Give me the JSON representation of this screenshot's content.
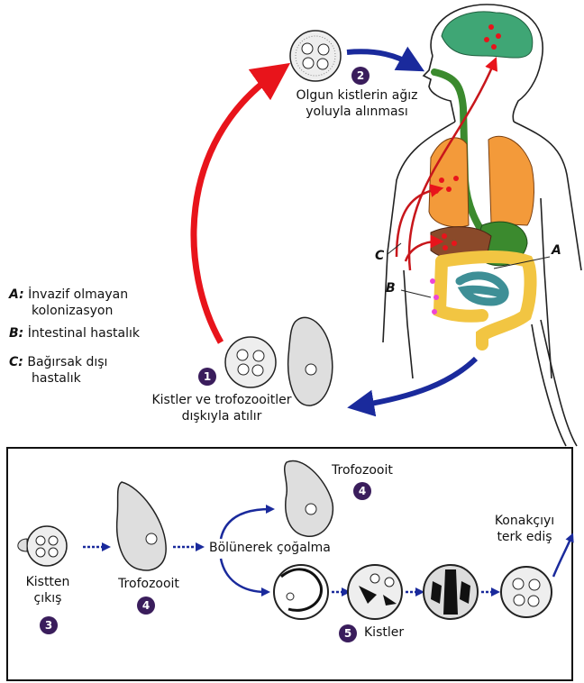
{
  "top_cycle": {
    "step2": {
      "number": "2",
      "line1": "Olgun kistlerin ağız",
      "line2": "yoluyla alınması"
    },
    "step1": {
      "number": "1",
      "line1": "Kistler ve trofozooitler",
      "line2": "dışkıyla atılır"
    }
  },
  "legend": [
    {
      "key": "A",
      "line1": "İnvazif olmayan",
      "line2": "kolonizasyon"
    },
    {
      "key": "B",
      "line1": "İntestinal hastalık",
      "line2": ""
    },
    {
      "key": "C",
      "line1": "Bağırsak dışı",
      "line2": "hastalık"
    }
  ],
  "body_markers": {
    "a": "A",
    "b": "B",
    "c": "C"
  },
  "bottom_panel": {
    "kistten": {
      "line1": "Kistten",
      "line2": "çıkış",
      "number": "3"
    },
    "trofozooit_left": {
      "label": "Trofozooit",
      "number": "4"
    },
    "trofozooit_top": {
      "label": "Trofozooit",
      "number": "4"
    },
    "bolunerek": "Bölünerek çoğalma",
    "kistler": {
      "label": "Kistler",
      "number": "5"
    },
    "konakciyi": {
      "line1": "Konakçıyı",
      "line2": "terk ediş"
    }
  },
  "colors": {
    "red_arrow": "#e8141b",
    "blue_arrow": "#1a2a9c",
    "brain": "#3fa675",
    "lungs": "#f39a3a",
    "liver": "#8a4a2a",
    "colon": "#f2c542",
    "small_intestine": "#3e8f96",
    "esophagus": "#3b8a2e"
  }
}
